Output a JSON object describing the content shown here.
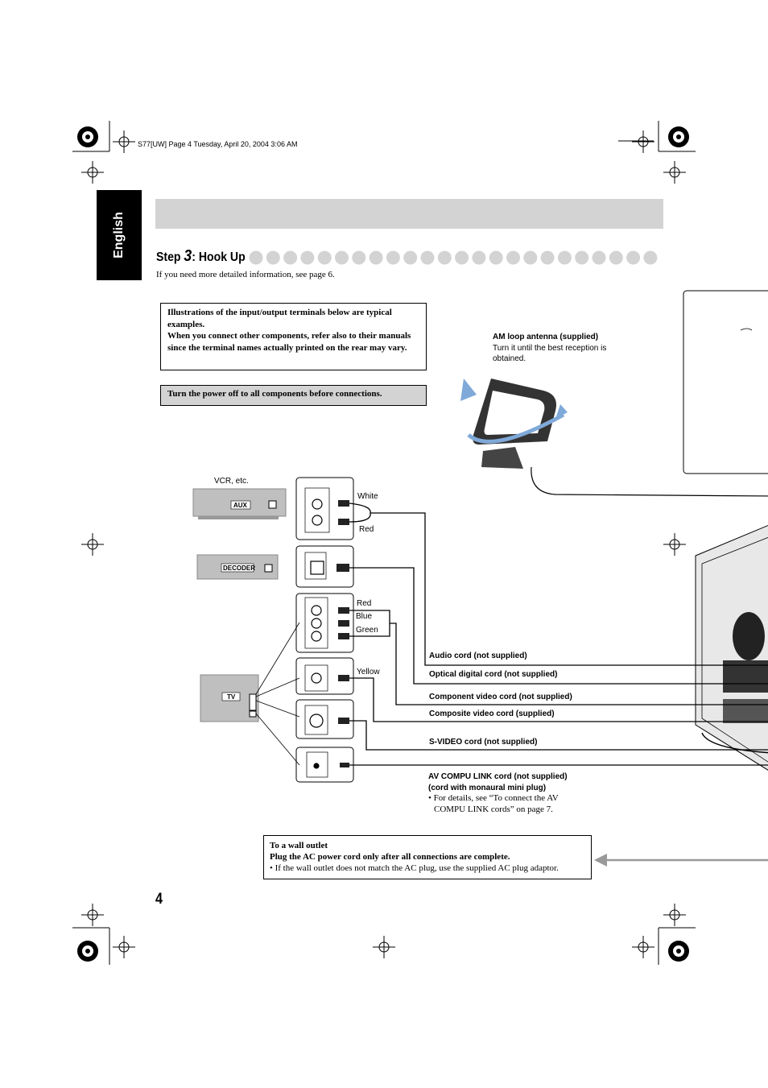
{
  "header": {
    "file_info": "S77[UW] Page 4  Tuesday, April 20, 2004  3:06 AM"
  },
  "language_tab": "English",
  "step": {
    "prefix": "Step ",
    "number": "3",
    "title": ": Hook Up",
    "intro": "If you need more detailed information, see page 6."
  },
  "notes": {
    "typical": "Illustrations of the input/output terminals below are typical examples.",
    "refer": "When you connect other components, refer also to their manuals since the terminal names actually printed on the rear may vary.",
    "power_off": "Turn the power off to all components before connections."
  },
  "antenna": {
    "title": "AM loop antenna (supplied)",
    "description": "Turn it until the best reception is obtained."
  },
  "devices": {
    "vcr_label": "VCR, etc.",
    "aux": "AUX",
    "decoder": "DECODER",
    "tv": "TV"
  },
  "wire_colors": {
    "white": "White",
    "red": "Red",
    "red2": "Red",
    "blue": "Blue",
    "green": "Green",
    "yellow": "Yellow"
  },
  "cords": {
    "audio": "Audio cord (not supplied)",
    "optical": "Optical digital cord (not supplied)",
    "component": "Component video cord (not supplied)",
    "composite": "Composite video cord (supplied)",
    "svideo": "S-VIDEO cord (not supplied)",
    "avcl_title": "AV COMPU LINK cord (not supplied)",
    "avcl_sub": "(cord with monaural mini plug)",
    "avcl_note1": "• For details, see “To connect the AV",
    "avcl_note2": "COMPU LINK cords” on page 7."
  },
  "wall": {
    "title": "To a wall outlet",
    "instruction": "Plug the AC power cord only after all connections are complete.",
    "note": "• If the wall outlet does not match the AC plug, use the supplied AC plug adaptor."
  },
  "page_number": "4",
  "colors": {
    "band_gray": "#d3d3d3",
    "device_gray": "#bfbfbf",
    "arrow_blue": "#7fa9d8",
    "text": "#000000"
  }
}
